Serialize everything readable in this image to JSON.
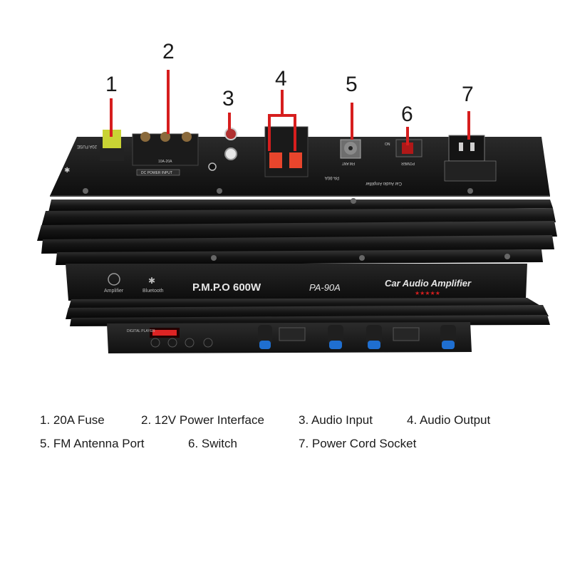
{
  "callouts": [
    "1",
    "2",
    "3",
    "4",
    "5",
    "6",
    "7"
  ],
  "legend": [
    "1. 20A Fuse",
    "2. 12V Power Interface",
    "3. Audio Input",
    "4. Audio Output",
    "5. FM Antenna Port",
    "6. Switch",
    "7. Power Cord Socket"
  ],
  "device": {
    "front_model": "P.M.P.O 600W",
    "front_code": "PA-90A",
    "front_brand": "Car Audio Amplifier",
    "front_stars": "★★★★★",
    "front_left_badge": "Amplifier",
    "front_bt_badge": "Bluetooth",
    "top_brand": "Car Audio Amplifier",
    "top_code": "PA-90A",
    "fuse_label": "20A FUSE",
    "power_label": "DC POWER INPUT",
    "power_range": "10A-20A",
    "fm_label": "FM ANT",
    "power_switch_label": "POWER",
    "on_label": "ON",
    "display_label": "DIGITAL PLAYER"
  },
  "colors": {
    "accent_red": "#d61e1e",
    "body_black": "#161616",
    "heatsink": "#1f1f1f",
    "knob_blue": "#1f6fd1",
    "terminal_red": "#e8452c",
    "display_red": "#ff2a2a"
  }
}
